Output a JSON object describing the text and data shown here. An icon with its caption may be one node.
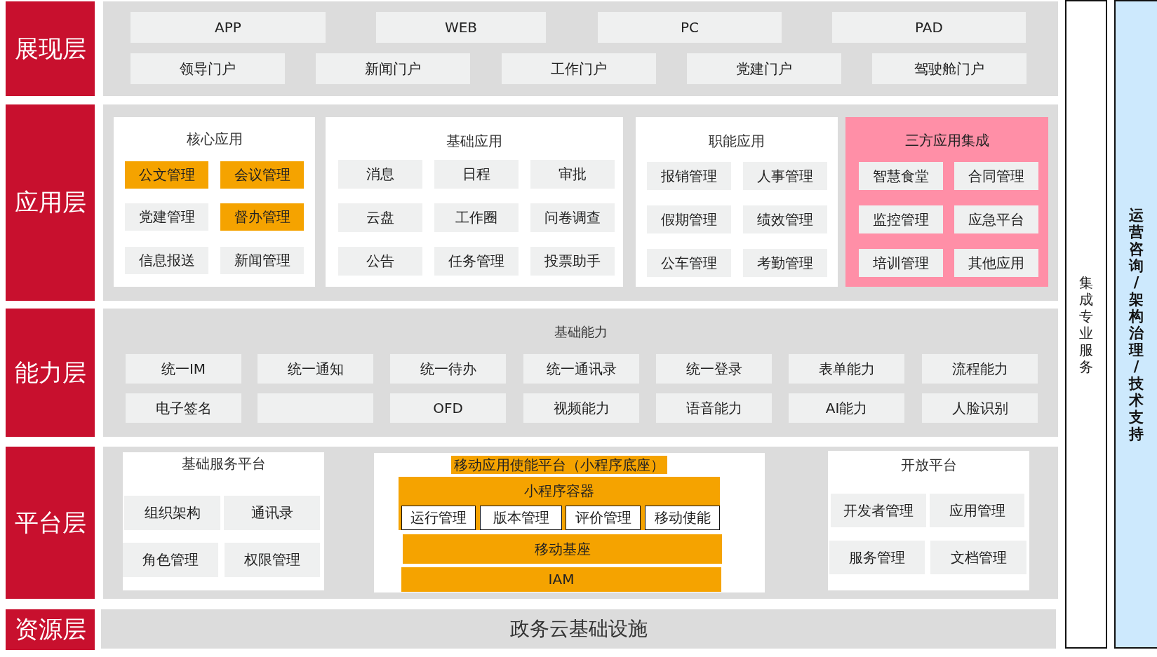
{
  "diagram": {
    "nodes": [
      {
        "text": [
          "展现层"
        ]
      },
      {
        "text": [],
        "shape": "box"
      },
      {
        "text": [
          "APP"
        ],
        "in": 1
      },
      {
        "text": [
          "WEB"
        ],
        "in": 1
      },
      {
        "text": [
          "PC"
        ],
        "in": 1
      },
      {
        "text": [
          "PAD"
        ],
        "in": 1
      },
      {
        "text": [
          "领导门户"
        ],
        "in": 1
      },
      {
        "text": [
          "新闻门户"
        ],
        "in": 1
      },
      {
        "text": [
          "工作门户"
        ],
        "in": 1
      },
      {
        "text": [
          "党建门户"
        ],
        "in": 1
      },
      {
        "text": [
          "驾驶舱门户"
        ],
        "in": 1
      },
      {
        "text": [
          "应用层"
        ]
      },
      {
        "text": [],
        "shape": "box"
      },
      {
        "text": [
          "核心应用"
        ],
        "in": 12
      },
      {
        "text": [
          "公文管理"
        ],
        "in": 13
      },
      {
        "text": [
          "会议管理"
        ],
        "in": 13
      },
      {
        "text": [
          "党建管理"
        ],
        "in": 13
      },
      {
        "text": [
          "督办管理"
        ],
        "in": 13
      },
      {
        "text": [
          "信息报送"
        ],
        "in": 13
      },
      {
        "text": [
          "新闻管理"
        ],
        "in": 13
      },
      {
        "text": [
          "基础应用"
        ],
        "in": 12
      },
      {
        "text": [
          "消息"
        ],
        "in": 20
      },
      {
        "text": [
          "日程"
        ],
        "in": 20
      },
      {
        "text": [
          "审批"
        ],
        "in": 20
      },
      {
        "text": [
          "云盘"
        ],
        "in": 20
      },
      {
        "text": [
          "工作圈"
        ],
        "in": 20
      },
      {
        "text": [
          "问卷调查"
        ],
        "in": 20
      },
      {
        "text": [
          "公告"
        ],
        "in": 20
      },
      {
        "text": [
          "任务管理"
        ],
        "in": 20
      },
      {
        "text": [
          "投票助手"
        ],
        "in": 20
      },
      {
        "text": [
          "职能应用"
        ],
        "in": 12
      },
      {
        "text": [
          "报销管理"
        ],
        "in": 30
      },
      {
        "text": [
          "人事管理"
        ],
        "in": 30
      },
      {
        "text": [
          "假期管理"
        ],
        "in": 30
      },
      {
        "text": [
          "绩效管理"
        ],
        "in": 30
      },
      {
        "text": [
          "公车管理"
        ],
        "in": 30
      },
      {
        "text": [
          "考勤管理"
        ],
        "in": 30
      },
      {
        "text": [
          "三方应用集成"
        ],
        "in": 12
      },
      {
        "text": [
          "智慧食堂"
        ],
        "in": 37
      },
      {
        "text": [
          "合同管理"
        ],
        "in": 37
      },
      {
        "text": [
          "监控管理"
        ],
        "in": 37
      },
      {
        "text": [
          "应急平台"
        ],
        "in": 37
      },
      {
        "text": [
          "培训管理"
        ],
        "in": 37
      },
      {
        "text": [
          "其他应用"
        ],
        "in": 37
      },
      {
        "text": [
          "能力层"
        ]
      },
      {
        "text": [
          "基础能力"
        ]
      },
      {
        "text": [
          "统一IM"
        ],
        "in": 45
      },
      {
        "text": [
          "统一通知"
        ],
        "in": 45
      },
      {
        "text": [
          "统一待办"
        ],
        "in": 45
      },
      {
        "text": [
          "统一通讯录"
        ],
        "in": 45
      },
      {
        "text": [
          "统一登录"
        ],
        "in": 45
      },
      {
        "text": [
          "表单能力"
        ],
        "in": 45
      },
      {
        "text": [
          "流程能力"
        ],
        "in": 45
      },
      {
        "text": [
          "电子签名"
        ],
        "in": 45
      },
      {
        "text": [],
        "shape": "box",
        "in": 45
      },
      {
        "text": [
          "OFD"
        ],
        "in": 45
      },
      {
        "text": [
          "视频能力"
        ],
        "in": 45
      },
      {
        "text": [
          "语音能力"
        ],
        "in": 45
      },
      {
        "text": [
          "AI能力"
        ],
        "in": 45
      },
      {
        "text": [
          "人脸识别"
        ],
        "in": 45
      },
      {
        "text": [
          "平台层"
        ]
      },
      {
        "text": [],
        "shape": "box"
      },
      {
        "text": [
          "基础服务平台"
        ],
        "in": 61
      },
      {
        "text": [
          "组织架构"
        ],
        "in": 62
      },
      {
        "text": [
          "通讯录"
        ],
        "in": 62
      },
      {
        "text": [
          "角色管理"
        ],
        "in": 62
      },
      {
        "text": [
          "权限管理"
        ],
        "in": 62
      },
      {
        "text": [
          "移动应用使能平台（小程序底座）"
        ],
        "in": 61
      },
      {
        "text": [
          "小程序容器"
        ],
        "in": 67
      },
      {
        "text": [
          "运行管理"
        ],
        "in": 68
      },
      {
        "text": [
          "版本管理"
        ],
        "in": 68
      },
      {
        "text": [
          "评价管理"
        ],
        "in": 68
      },
      {
        "text": [
          "移动使能"
        ],
        "in": 68
      },
      {
        "text": [
          "移动基座"
        ],
        "in": 67
      },
      {
        "text": [
          "IAM"
        ],
        "in": 67
      },
      {
        "text": [
          "开放平台"
        ],
        "in": 61
      },
      {
        "text": [
          "开发者管理"
        ],
        "in": 75
      },
      {
        "text": [
          "应用管理"
        ],
        "in": 75
      },
      {
        "text": [
          "服务管理"
        ],
        "in": 75
      },
      {
        "text": [
          "文档管理"
        ],
        "in": 75
      },
      {
        "text": [
          "资源层"
        ]
      },
      {
        "text": [
          "政务云基础设施"
        ]
      },
      {
        "text": [
          "集成专业服务"
        ]
      },
      {
        "text": [
          "运营咨询/架构治理/技术支持"
        ]
      }
    ]
  }
}
